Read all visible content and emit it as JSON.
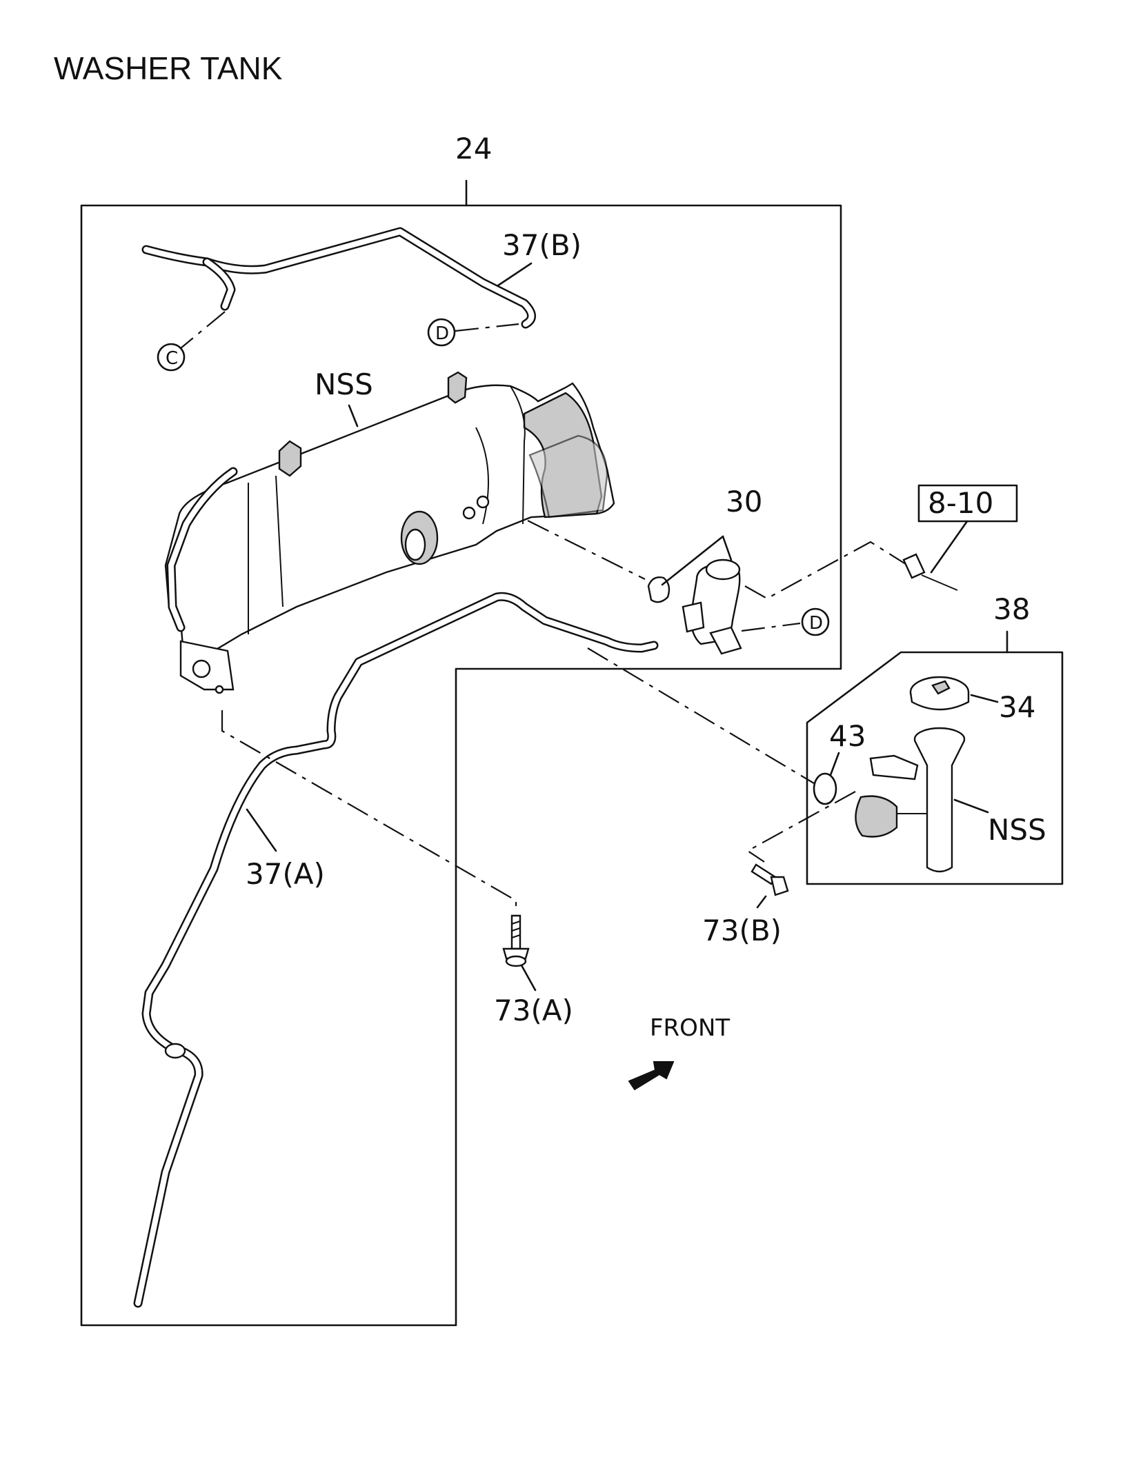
{
  "title": "WASHER TANK",
  "labels": {
    "assembly_24": "24",
    "hose_37b": "37(B)",
    "conn_c": "C",
    "conn_d_top": "D",
    "tank_nss": "NSS",
    "pump_30": "30",
    "ref_8_10": "8-10",
    "conn_d_pump": "D",
    "filler_38": "38",
    "cap_34": "34",
    "ring_43": "43",
    "filler_nss": "NSS",
    "hose_37a": "37(A)",
    "bolt_73b": "73(B)",
    "bolt_73a": "73(A)",
    "front": "FRONT"
  },
  "colors": {
    "line": "#111111",
    "shade": "#c9c9c9",
    "background": "#ffffff"
  },
  "icons": {
    "front_arrow": "arrow-up-right-icon"
  }
}
